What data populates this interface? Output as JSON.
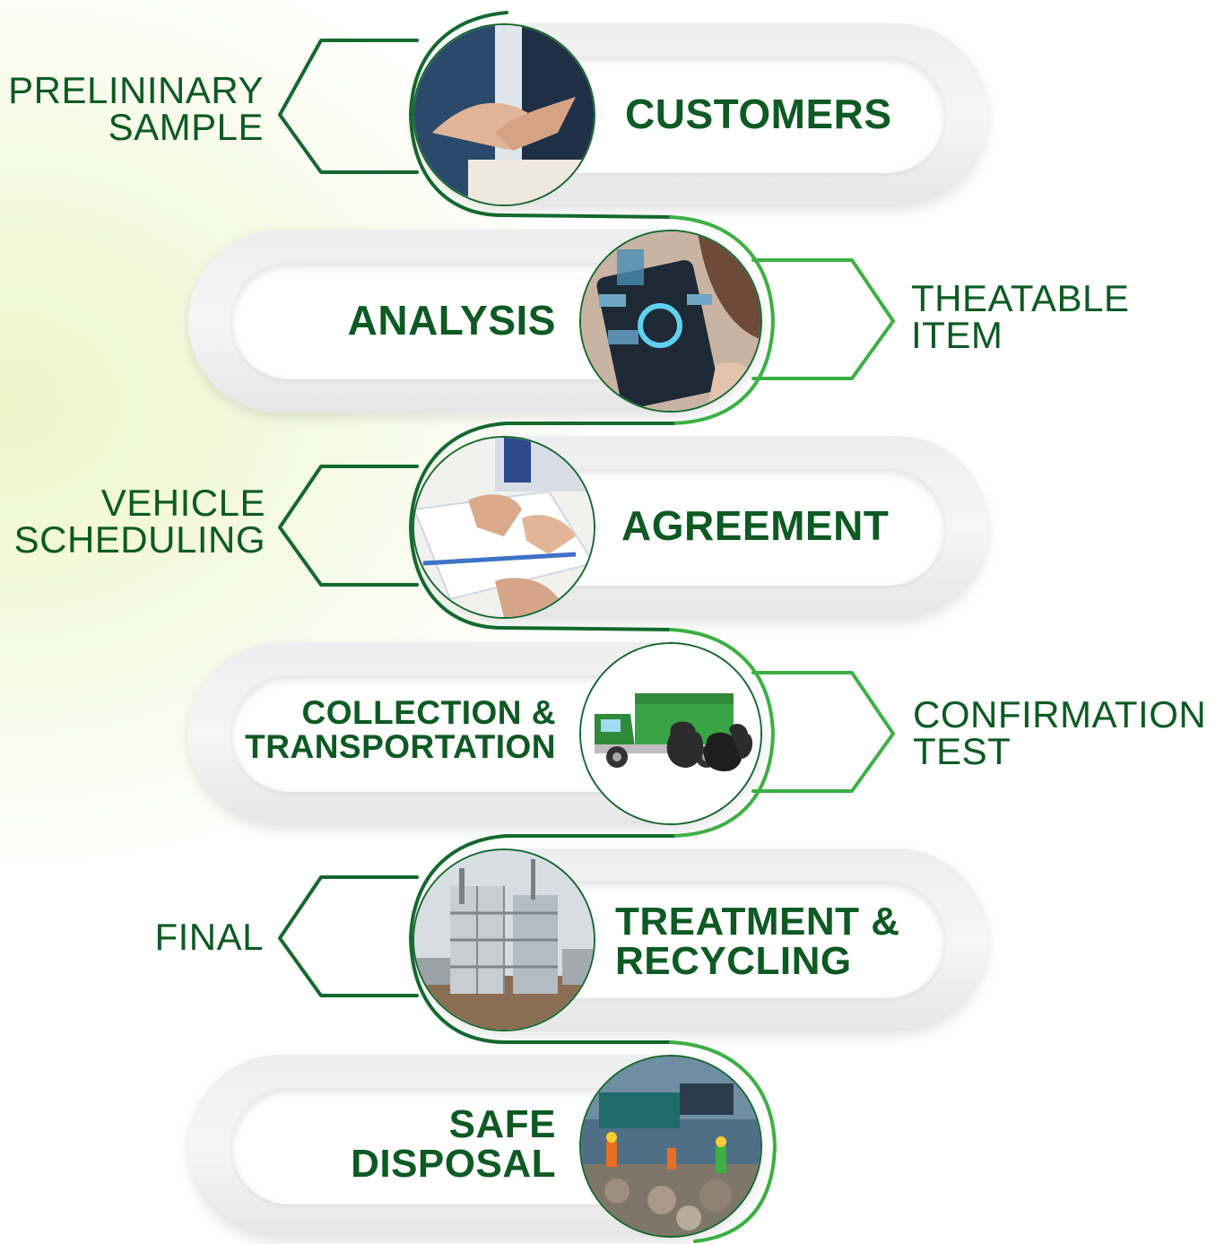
{
  "steps": [
    {
      "lines": [
        "CUSTOMERS"
      ],
      "image": "handshake-photo"
    },
    {
      "lines": [
        "ANALYSIS"
      ],
      "image": "tablet-analytics-photo"
    },
    {
      "lines": [
        "AGREEMENT"
      ],
      "image": "contract-signing-photo"
    },
    {
      "lines": [
        "COLLECTION &",
        "TRANSPORTATION"
      ],
      "image": "garbage-truck-icon"
    },
    {
      "lines": [
        "TREATMENT &",
        "RECYCLING"
      ],
      "image": "treatment-plant-photo"
    },
    {
      "lines": [
        "SAFE",
        "DISPOSAL"
      ],
      "image": "waste-sorting-photo"
    }
  ],
  "side_labels": [
    {
      "lines": [
        "PRELININARY",
        "SAMPLE"
      ]
    },
    {
      "lines": [
        "THEATABLE",
        "ITEM"
      ]
    },
    {
      "lines": [
        "VEHICLE",
        "SCHEDULING"
      ]
    },
    {
      "lines": [
        "CONFIRMATION",
        "TEST"
      ]
    },
    {
      "lines": [
        "FINAL"
      ]
    }
  ],
  "colors": {
    "dark_green": "#0d5a23",
    "line_dark": "#14692e",
    "line_bright": "#3cb043",
    "bg_tint": "#eef6c9"
  }
}
